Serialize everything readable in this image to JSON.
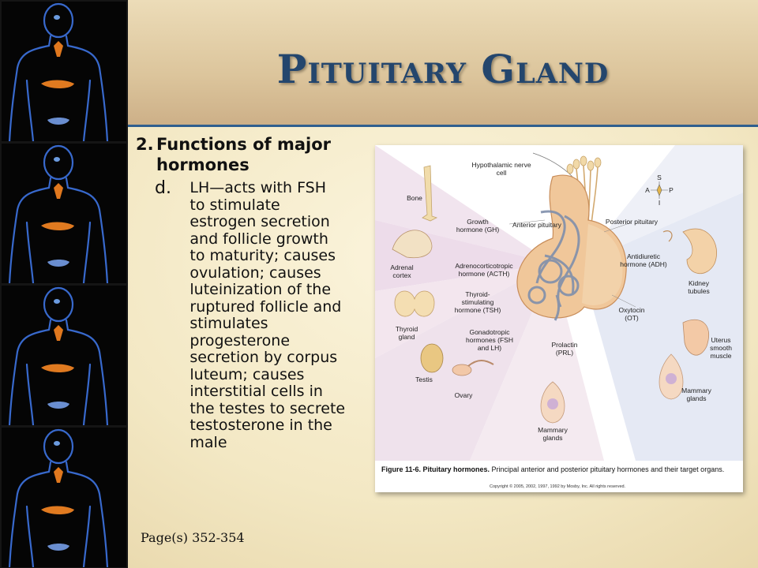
{
  "title": "Pituitary Gland",
  "heading": {
    "number": "2.",
    "text": "Functions of major hormones"
  },
  "item": {
    "letter": "d.",
    "lines": [
      "LH—acts with FSH",
      "to stimulate",
      "estrogen secretion",
      "and follicle growth",
      "to maturity; causes",
      "ovulation; causes",
      "luteinization of the",
      "ruptured follicle and",
      "stimulates",
      "progesterone",
      "secretion by corpus",
      "luteum; causes",
      "interstitial cells in",
      "the testes to secrete",
      "testosterone in the",
      "male"
    ]
  },
  "pages": "Page(s) 352-354",
  "figure": {
    "labels": {
      "hypothalamic": "Hypothalamic nerve cell",
      "bone": "Bone",
      "gh": "Growth hormone (GH)",
      "anterior": "Anterior pituitary",
      "posterior": "Posterior pituitary",
      "adrenal": "Adrenal cortex",
      "acth": "Adrenocorticotropic hormone (ACTH)",
      "adh": "Antidiuretic hormone (ADH)",
      "tsh": "Thyroid-stimulating hormone (TSH)",
      "kidney": "Kidney tubules",
      "thyroid": "Thyroid gland",
      "gonado": "Gonadotropic hormones (FSH and LH)",
      "oxytocin": "Oxytocin (OT)",
      "testis": "Testis",
      "prolactin": "Prolactin (PRL)",
      "uterus": "Uterus smooth muscle",
      "ovary": "Ovary",
      "mammary1": "Mammary glands",
      "mammary2": "Mammary glands"
    },
    "compass": {
      "s": "S",
      "a": "A",
      "p": "P",
      "i": "I"
    },
    "caption_bold": "Figure 11-6. Pituitary hormones.",
    "caption_rest": " Principal anterior and posterior pituitary hormones and their target organs.",
    "copyright": "Copyright © 2005, 2002, 1997, 1992 by Mosby, Inc. All rights reserved."
  },
  "colors": {
    "title": "#24466d",
    "rule": "#2f5f8f",
    "glow": "#3b6fd8"
  }
}
